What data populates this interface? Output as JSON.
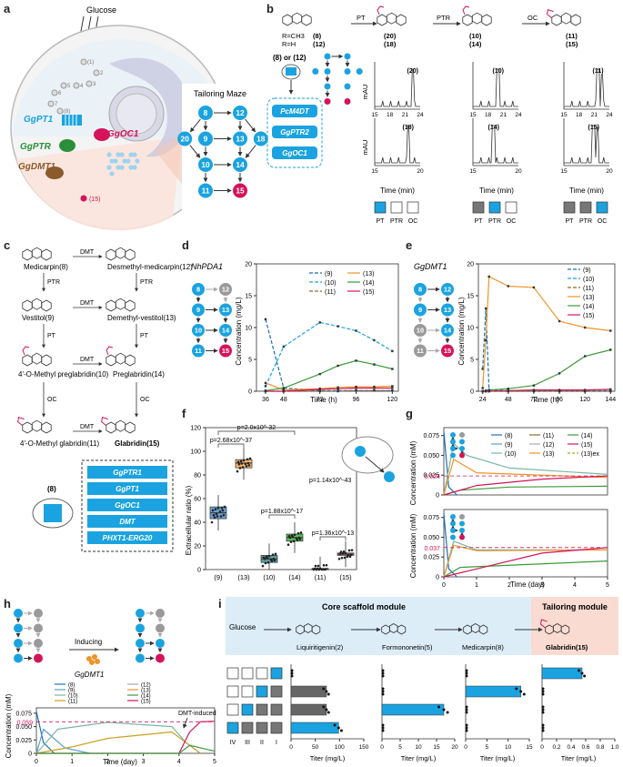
{
  "panel_labels": {
    "a": "a",
    "b": "b",
    "c": "c",
    "d": "d",
    "e": "e",
    "f": "f",
    "g": "g",
    "h": "h",
    "i": "i"
  },
  "panel_a": {
    "glucose": "Glucose",
    "maze_title": "Tailoring Maze",
    "enzymes": {
      "pt1": "GgPT1",
      "ptr": "GgPTR",
      "dmt1": "GgDMT1",
      "oc1": "GgOC1"
    },
    "pathway_steps": [
      "(1)",
      "2",
      "3",
      "4",
      "5",
      "6",
      "7",
      "(8)"
    ],
    "cell_product": "(15)",
    "maze_nodes": [
      "8",
      "12",
      "20",
      "9",
      "13",
      "18",
      "10",
      "14",
      "11",
      "15"
    ]
  },
  "panel_b": {
    "r_labels": [
      "R=CH3",
      "R=H"
    ],
    "compounds": [
      "(8)",
      "(12)",
      "(20)",
      "(18)",
      "(10)",
      "(14)",
      "(11)",
      "(15)"
    ],
    "steps": [
      "PT",
      "PTR",
      "OC"
    ],
    "input_label": "(8) or (12)",
    "enzyme_boxes": [
      "PcM4DT",
      "GgPTR2",
      "GgOC1"
    ],
    "y_unit": "mAU",
    "x_label": "Time (min)",
    "x_ticks_top": [
      "15",
      "18",
      "21",
      "24"
    ],
    "x_ticks_bottom": [
      "15",
      "20"
    ],
    "peaks": [
      "(20)",
      "(18)",
      "(10)",
      "(14)",
      "(11)",
      "(15)"
    ],
    "legend_labels": [
      "PT",
      "PTR",
      "OC"
    ]
  },
  "panel_c": {
    "left": [
      "Medicarpin(8)",
      "Vestitol(9)",
      "4'-O-Methyl preglabridin(10)",
      "4'-O-Methyl glabridin(11)"
    ],
    "right": [
      "Desmethyl-medicarpin(12)",
      "Demethyl-vestitol(13)",
      "Preglabridin(14)",
      "Glabridin(15)"
    ],
    "arrows": [
      "DMT",
      "PTR",
      "PT",
      "OC"
    ],
    "strain_input": "(8)",
    "strain_genes": [
      "GgPTR1",
      "GgPT1",
      "GgOC1",
      "DMT",
      "PHXT1-ERG20"
    ]
  },
  "panel_d": {
    "enzyme": "NhPDA1",
    "y_label": "Concentration (mg/L)",
    "x_label": "Time (h)",
    "legend": [
      "(9)",
      "(10)",
      "(11)",
      "(13)",
      "(14)",
      "(15)"
    ],
    "x_ticks": [
      "36",
      "48",
      "72",
      "96",
      "120"
    ],
    "y_ticks": [
      "0",
      "5",
      "10",
      "15",
      "20"
    ]
  },
  "panel_e": {
    "enzyme": "GgDMT1",
    "y_label": "Concentration (mg/L)",
    "x_label": "Time (h)",
    "legend": [
      "(9)",
      "(10)",
      "(11)",
      "(13)",
      "(14)",
      "(15)"
    ],
    "x_ticks": [
      "24",
      "48",
      "72",
      "96",
      "120",
      "144"
    ],
    "y_ticks": [
      "0",
      "5",
      "10",
      "15",
      "20"
    ]
  },
  "panel_f": {
    "y_label": "Extracellular ratio (%)",
    "categories": [
      "(9)",
      "(13)",
      "(10)",
      "(14)",
      "(11)",
      "(15)"
    ],
    "y_ticks": [
      "0",
      "20",
      "40",
      "60",
      "80",
      "100",
      "120"
    ],
    "pvalues": [
      "p=2.0x10^-32",
      "p=2.68x10^-37",
      "p=1.14x10^-43",
      "p=1.88x10^-17",
      "p=1.36x10^-13"
    ]
  },
  "panel_g": {
    "y_label": "Concentration (mM)",
    "x_label": "Time (day)",
    "legend": [
      "(8)",
      "(9)",
      "(10)",
      "(11)",
      "(12)",
      "(13)",
      "(14)",
      "(15)",
      "(13)ex"
    ],
    "refs": [
      "0.024",
      "0.037"
    ],
    "y_ticks": [
      "0",
      "0.025",
      "0.050",
      "0.075"
    ],
    "x_ticks": [
      "0",
      "1",
      "2",
      "3",
      "4",
      "5"
    ]
  },
  "panel_h": {
    "inducing": "Inducing",
    "enzyme": "GgDMT1",
    "legend": [
      "(8)",
      "(9)",
      "(10)",
      "(11)",
      "(12)",
      "(13)",
      "(14)",
      "(15)"
    ],
    "ref": "0.059",
    "annotation": "DMT-induced",
    "y_label": "Concentration (mM)",
    "x_label": "Time (day)",
    "y_ticks": [
      "0",
      "0.025",
      "0.050",
      "0.075"
    ],
    "x_ticks": [
      "0",
      "1",
      "2",
      "3",
      "4",
      "5"
    ]
  },
  "panel_i": {
    "core_module": "Core scaffold module",
    "tailoring_module": "Tailoring module",
    "glucose": "Glucose",
    "compounds": [
      "Liquiritigenin(2)",
      "Formononetin(5)",
      "Medicarpin(8)",
      "Glabridin(15)"
    ],
    "module_labels": [
      "IV",
      "III",
      "II",
      "I"
    ],
    "x_label": "Titer (mg/L)",
    "ticks_1": [
      "0",
      "50",
      "100",
      "150"
    ],
    "ticks_2": [
      "0",
      "5",
      "10",
      "15",
      "20"
    ],
    "ticks_3": [
      "0",
      "5",
      "10",
      "15"
    ],
    "ticks_4": [
      "0",
      "0.2",
      "0.4",
      "0.6",
      "0.8",
      "1.0"
    ]
  },
  "colors": {
    "blue": "#1aa3e0",
    "magenta": "#d4145a",
    "gray": "#9a9a9a",
    "orange": "#f0942a",
    "green": "#3a9a3a",
    "dark": "#333333"
  },
  "chart_data": [
    {
      "type": "line",
      "title": "d",
      "x": [
        36,
        48,
        72,
        84,
        96,
        108,
        120
      ],
      "xlabel": "Time (h)",
      "ylabel": "Concentration (mg/L)",
      "ylim": [
        0,
        20
      ],
      "series": [
        {
          "name": "(9)",
          "values": [
            11.3,
            0.5,
            0.1,
            0.1,
            0.1,
            0.1,
            0.1
          ]
        },
        {
          "name": "(10)",
          "values": [
            0.8,
            7.0,
            10.8,
            10.2,
            9.5,
            8.0,
            6.3
          ]
        },
        {
          "name": "(11)",
          "values": [
            0,
            0,
            0,
            0,
            0.1,
            0.1,
            0.1
          ]
        },
        {
          "name": "(13)",
          "values": [
            1.3,
            0.2,
            0.4,
            0.6,
            0.7,
            0.7,
            0.8
          ]
        },
        {
          "name": "(14)",
          "values": [
            0.1,
            0.5,
            2.7,
            4.0,
            4.8,
            4.2,
            3.5
          ]
        },
        {
          "name": "(15)",
          "values": [
            0,
            0,
            0.3,
            0.4,
            0.5,
            0.5,
            0.5
          ]
        }
      ]
    },
    {
      "type": "line",
      "title": "e",
      "x": [
        24,
        27,
        30,
        48,
        72,
        96,
        120,
        144
      ],
      "xlabel": "Time (h)",
      "ylabel": "Concentration (mg/L)",
      "ylim": [
        0,
        20
      ],
      "series": [
        {
          "name": "(9)",
          "values": [
            3.5,
            13.0,
            0.2,
            0.1,
            0.1,
            0.1,
            0.1,
            0.1
          ]
        },
        {
          "name": "(10)",
          "values": [
            0,
            0,
            0,
            0,
            0,
            0,
            0,
            0
          ]
        },
        {
          "name": "(11)",
          "values": [
            0,
            0,
            0,
            0,
            0,
            0,
            0,
            0
          ]
        },
        {
          "name": "(13)",
          "values": [
            0.5,
            8.0,
            18.0,
            16.5,
            16.3,
            11.0,
            10.0,
            9.5
          ]
        },
        {
          "name": "(14)",
          "values": [
            0,
            0.1,
            0.2,
            0.4,
            0.9,
            2.8,
            5.5,
            6.5
          ]
        },
        {
          "name": "(15)",
          "values": [
            0,
            0,
            0,
            0.1,
            0.2,
            0.2,
            0.2,
            0.3
          ]
        }
      ]
    },
    {
      "type": "box",
      "title": "f",
      "categories": [
        "(9)",
        "(13)",
        "(10)",
        "(14)",
        "(11)",
        "(15)"
      ],
      "ylabel": "Extracellular ratio (%)",
      "ylim": [
        0,
        120
      ],
      "medians": [
        48,
        90,
        9,
        27,
        0.5,
        13
      ],
      "q1": [
        43,
        86,
        6,
        24,
        0,
        12
      ],
      "q3": [
        53,
        93,
        12,
        30,
        1,
        14
      ]
    },
    {
      "type": "line",
      "title": "g-top",
      "xlabel": "Time (day)",
      "ylabel": "Concentration (mM)",
      "ylim": [
        0,
        0.085
      ],
      "series": [
        {
          "name": "(8)",
          "values": [
            [
              0,
              0.08
            ],
            [
              0.15,
              0.01
            ],
            [
              0.4,
              0
            ]
          ]
        },
        {
          "name": "(10)",
          "values": [
            [
              0,
              0
            ],
            [
              0.3,
              0.065
            ],
            [
              0.7,
              0.05
            ],
            [
              2,
              0.034
            ],
            [
              5,
              0.026
            ]
          ]
        },
        {
          "name": "(13)",
          "values": [
            [
              0,
              0
            ],
            [
              0.3,
              0.045
            ],
            [
              1,
              0.028
            ],
            [
              5,
              0.022
            ]
          ]
        },
        {
          "name": "(14)",
          "values": [
            [
              0,
              0
            ],
            [
              0.5,
              0.006
            ],
            [
              2,
              0.01
            ],
            [
              5,
              0.011
            ]
          ]
        },
        {
          "name": "(15)",
          "values": [
            [
              0,
              0
            ],
            [
              1,
              0.012
            ],
            [
              3,
              0.02
            ],
            [
              5,
              0.024
            ]
          ]
        }
      ]
    },
    {
      "type": "line",
      "title": "g-bottom",
      "xlabel": "Time (day)",
      "ylabel": "Concentration (mM)",
      "ylim": [
        0,
        0.085
      ],
      "series": [
        {
          "name": "(8)",
          "values": [
            [
              0,
              0.08
            ],
            [
              0.15,
              0.01
            ],
            [
              0.4,
              0
            ]
          ]
        },
        {
          "name": "(10)",
          "values": [
            [
              0,
              0
            ],
            [
              0.3,
              0.045
            ],
            [
              1,
              0.034
            ],
            [
              5,
              0.034
            ]
          ]
        },
        {
          "name": "(13)",
          "values": [
            [
              0,
              0
            ],
            [
              0.3,
              0.04
            ],
            [
              1,
              0.033
            ],
            [
              5,
              0.034
            ]
          ]
        },
        {
          "name": "(14)",
          "values": [
            [
              0,
              0
            ],
            [
              0.5,
              0.012
            ],
            [
              5,
              0.02
            ]
          ]
        },
        {
          "name": "(15)",
          "values": [
            [
              0,
              0
            ],
            [
              1,
              0.01
            ],
            [
              3,
              0.03
            ],
            [
              5,
              0.037
            ]
          ]
        }
      ]
    },
    {
      "type": "line",
      "title": "h",
      "xlabel": "Time (day)",
      "ylabel": "Concentration (mM)",
      "ylim": [
        0,
        0.085
      ],
      "series": [
        {
          "name": "(8)",
          "values": [
            [
              0,
              0.078
            ],
            [
              0.2,
              0.02
            ],
            [
              0.5,
              0
            ]
          ]
        },
        {
          "name": "(9)",
          "values": [
            [
              0,
              0
            ],
            [
              0.2,
              0.045
            ],
            [
              0.8,
              0.01
            ],
            [
              1.5,
              0
            ]
          ]
        },
        {
          "name": "(10)",
          "values": [
            [
              0,
              0
            ],
            [
              0.6,
              0.045
            ],
            [
              2,
              0.058
            ],
            [
              3.8,
              0.05
            ],
            [
              4.2,
              0.02
            ],
            [
              4.6,
              0
            ]
          ]
        },
        {
          "name": "(11)",
          "values": [
            [
              0,
              0
            ],
            [
              1,
              0.012
            ],
            [
              2,
              0.028
            ],
            [
              3.8,
              0.04
            ],
            [
              4.2,
              0.02
            ],
            [
              4.6,
              0
            ]
          ]
        },
        {
          "name": "(15)",
          "values": [
            [
              0,
              0
            ],
            [
              4,
              0
            ],
            [
              4.3,
              0.04
            ],
            [
              4.6,
              0.059
            ],
            [
              5,
              0.06
            ]
          ]
        },
        {
          "name": "(14)",
          "values": [
            [
              0,
              0
            ],
            [
              4,
              0
            ],
            [
              4.3,
              0.015
            ],
            [
              5,
              0.004
            ]
          ]
        }
      ]
    },
    {
      "type": "bar",
      "title": "i",
      "xlabel": "Titer (mg/L)",
      "categories": [
        "IV",
        "III",
        "II",
        "I"
      ],
      "series": [
        {
          "name": "Liquiritigenin(2)",
          "values": [
            0,
            73,
            73,
            98
          ]
        },
        {
          "name": "Formononetin(5)",
          "values": [
            0,
            0,
            17,
            0
          ]
        },
        {
          "name": "Medicarpin(8)",
          "values": [
            0,
            13,
            0,
            0
          ]
        },
        {
          "name": "Glabridin(15)",
          "values": [
            0.55,
            0,
            0,
            0
          ]
        }
      ]
    }
  ]
}
